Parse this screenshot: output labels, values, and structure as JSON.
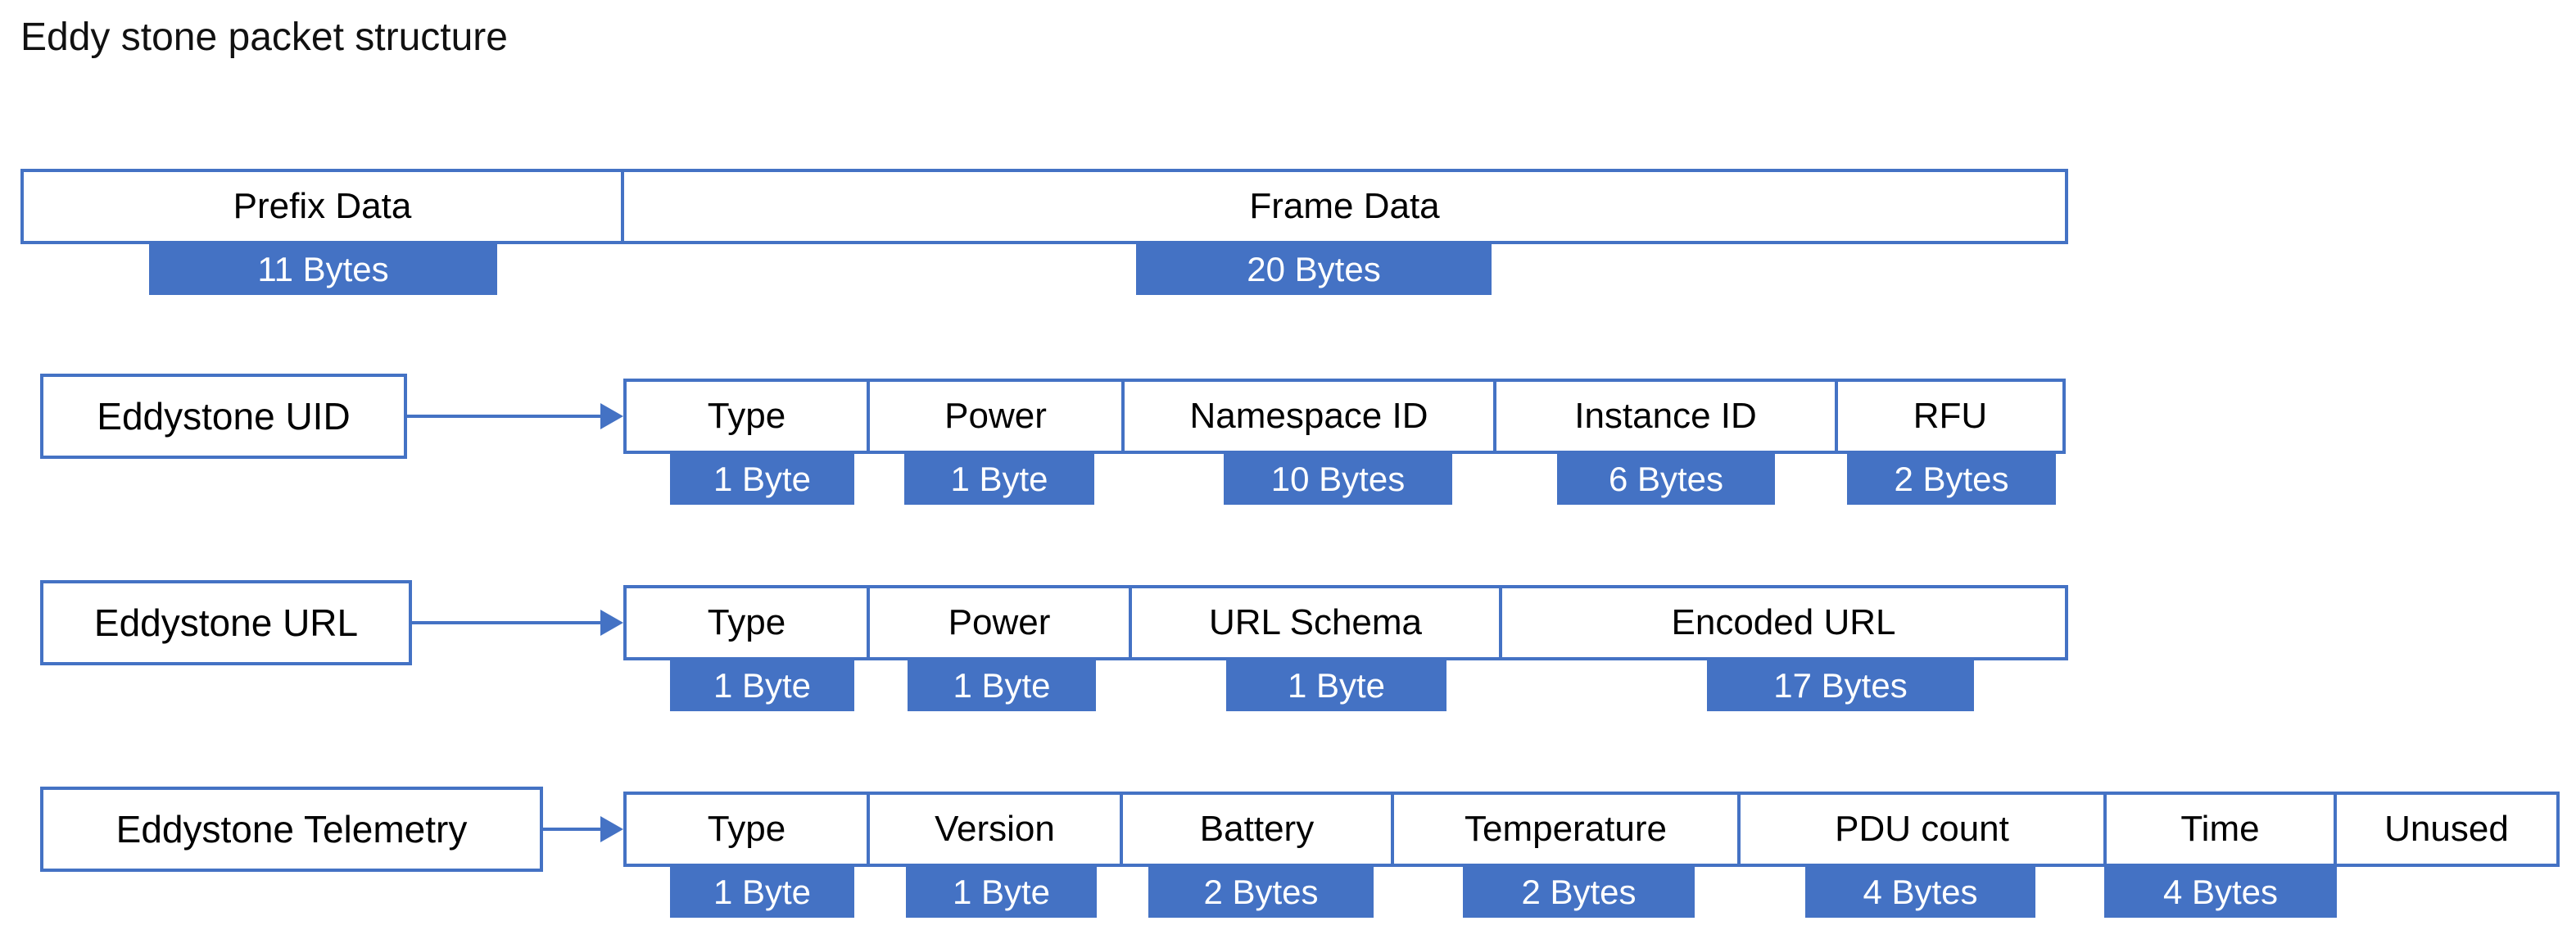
{
  "title": "Eddy stone packet structure",
  "colors": {
    "accent": "#4472C4",
    "box_fill": "#FFFFFF",
    "text": "#000000",
    "badge_text": "#FFFFFF"
  },
  "overview": {
    "fields": [
      {
        "label": "Prefix Data",
        "bytes": "11 Bytes"
      },
      {
        "label": "Frame Data",
        "bytes": "20 Bytes"
      }
    ]
  },
  "frames": [
    {
      "name": "Eddystone UID",
      "fields": [
        {
          "label": "Type",
          "bytes": "1 Byte"
        },
        {
          "label": "Power",
          "bytes": "1 Byte"
        },
        {
          "label": "Namespace ID",
          "bytes": "10 Bytes"
        },
        {
          "label": "Instance ID",
          "bytes": "6 Bytes"
        },
        {
          "label": "RFU",
          "bytes": "2 Bytes"
        }
      ]
    },
    {
      "name": "Eddystone URL",
      "fields": [
        {
          "label": "Type",
          "bytes": "1 Byte"
        },
        {
          "label": "Power",
          "bytes": "1 Byte"
        },
        {
          "label": "URL Schema",
          "bytes": "1 Byte"
        },
        {
          "label": "Encoded URL",
          "bytes": "17 Bytes"
        }
      ]
    },
    {
      "name": "Eddystone Telemetry",
      "fields": [
        {
          "label": "Type",
          "bytes": "1 Byte"
        },
        {
          "label": "Version",
          "bytes": "1 Byte"
        },
        {
          "label": "Battery",
          "bytes": "2 Bytes"
        },
        {
          "label": "Temperature",
          "bytes": "2 Bytes"
        },
        {
          "label": "PDU count",
          "bytes": "4 Bytes"
        },
        {
          "label": "Time",
          "bytes": "4 Bytes"
        },
        {
          "label": "Unused",
          "bytes": null
        }
      ]
    }
  ]
}
